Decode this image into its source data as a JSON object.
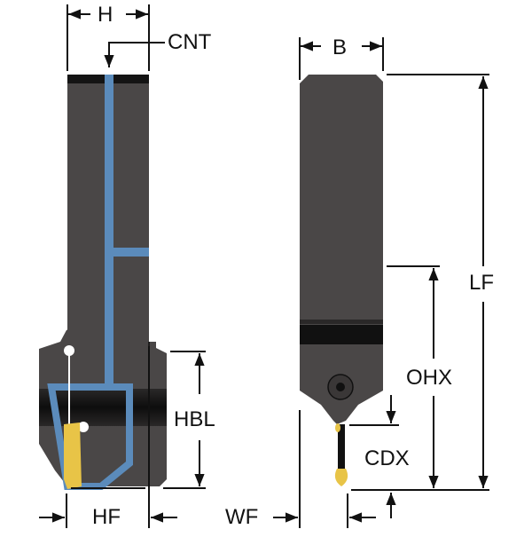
{
  "diagram": {
    "title": "Grooving tool holder dimension drawing",
    "colors": {
      "body": "#4a4747",
      "body_dark": "#3a3737",
      "band": "#111111",
      "coolant": "#5b8bbb",
      "insert": "#e8c447",
      "line": "#111111",
      "background": "#ffffff"
    },
    "labels": {
      "H": "H",
      "CNT": "CNT",
      "B": "B",
      "LF": "LF",
      "OHX": "OHX",
      "HBL": "HBL",
      "CDX": "CDX",
      "HF": "HF",
      "WF": "WF"
    }
  }
}
